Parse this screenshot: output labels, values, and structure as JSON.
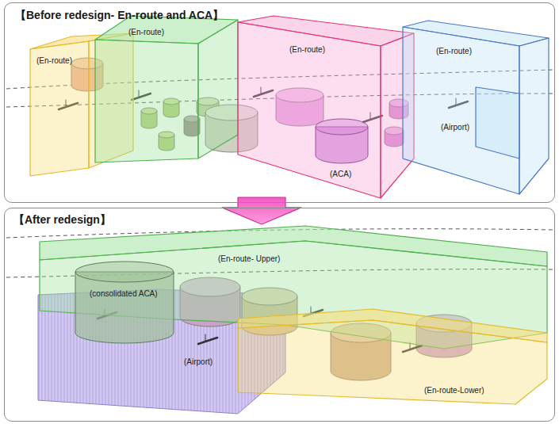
{
  "diagram": {
    "nodes": [
      {
        "text": [
          "【Before redesign- En-route and ACA】"
        ]
      },
      {
        "text": [
          "(En-route)"
        ],
        "in": 0
      },
      {
        "text": [
          "(En-route)"
        ],
        "in": 0
      },
      {
        "text": [
          "(En-route)"
        ],
        "in": 0
      },
      {
        "text": [
          "(ACA)"
        ],
        "in": 3
      },
      {
        "text": [
          "(En-route)"
        ],
        "in": 0
      },
      {
        "text": [
          "【After redesign】"
        ]
      },
      {
        "text": [
          "(En-route- Upper)"
        ],
        "in": 6
      },
      {
        "text": [
          "(consolidated ACA)"
        ],
        "in": 6
      },
      {
        "text": [
          "(En-route-Lower)"
        ],
        "in": 6
      }
    ],
    "edges": [
      {
        "from": 0,
        "to": 6,
        "arrow": "to"
      }
    ],
    "labels": [
      "(Airport)",
      "(Airport)"
    ]
  }
}
